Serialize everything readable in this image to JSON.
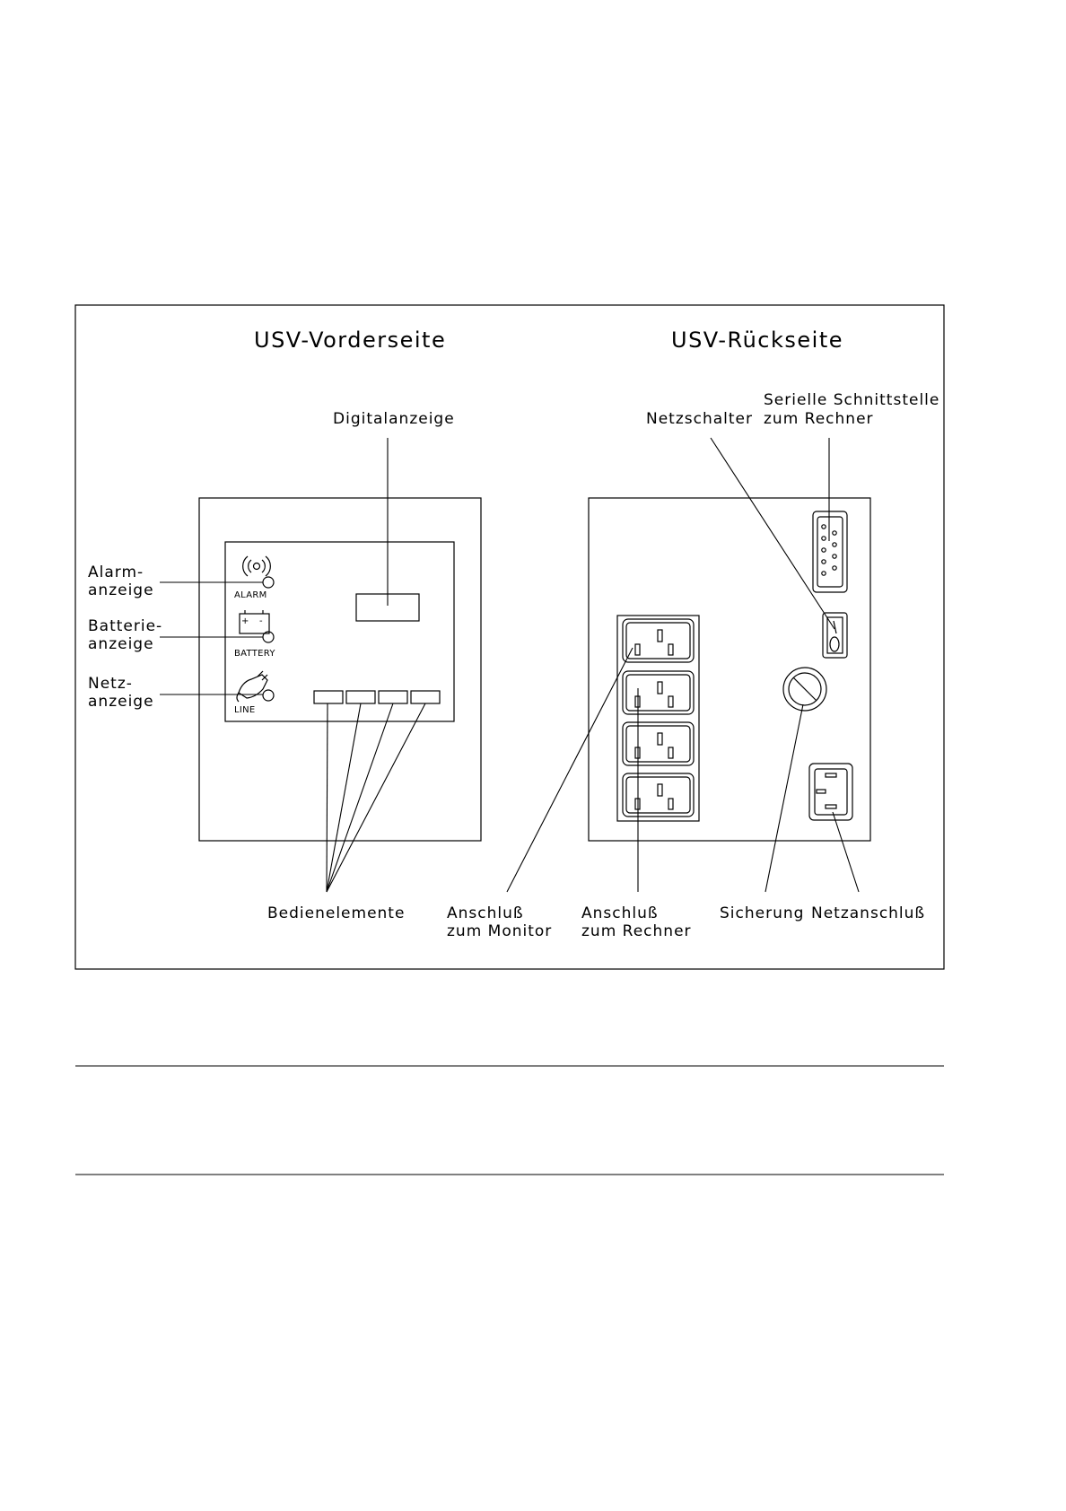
{
  "titles": {
    "front": "USV-Vorderseite",
    "back": "USV-Rückseite"
  },
  "front_labels": {
    "digital_display": "Digitalanzeige",
    "alarm": [
      "Alarm-",
      "anzeige"
    ],
    "battery": [
      "Batterie-",
      "anzeige"
    ],
    "line": [
      "Netz-",
      "anzeige"
    ],
    "controls": "Bedienelemente"
  },
  "panel_labels": {
    "alarm": "ALARM",
    "battery": "BATTERY",
    "battery_plus": "+",
    "battery_minus": "-",
    "line": "LINE"
  },
  "back_labels": {
    "power_switch": "Netzschalter",
    "serial_port": [
      "Serielle Schnittstelle",
      "zum Rechner"
    ],
    "monitor_outlet": [
      "Anschluß",
      "zum Monitor"
    ],
    "computer_outlet": [
      "Anschluß",
      "zum Rechner"
    ],
    "fuse": "Sicherung",
    "power_inlet": "Netzanschluß"
  }
}
